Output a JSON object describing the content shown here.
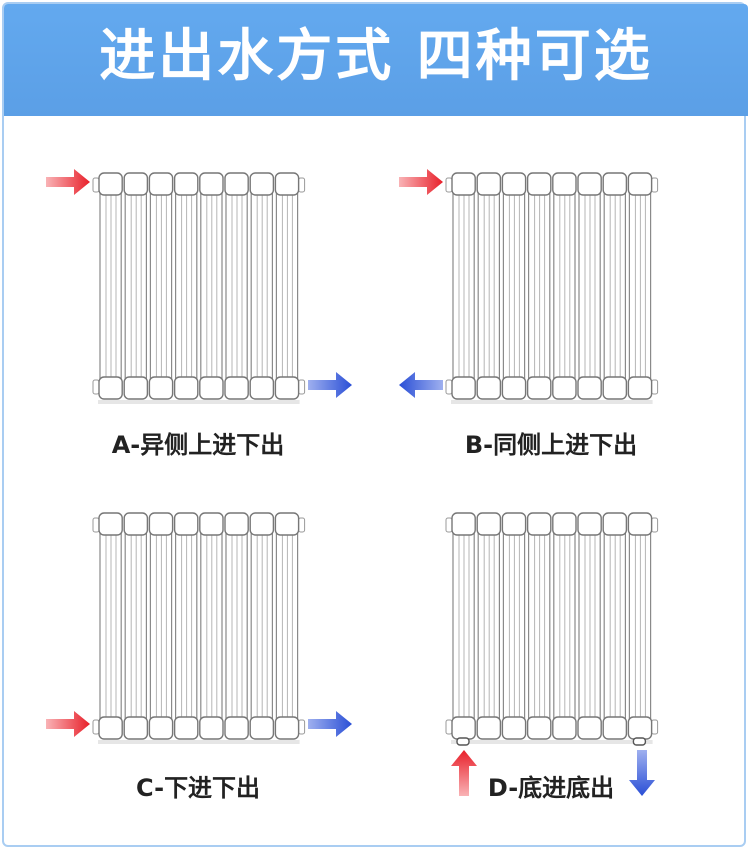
{
  "header": {
    "title": "进出水方式 四种可选"
  },
  "options": [
    {
      "label": "A-异侧上进下出"
    },
    {
      "label": "B-同侧上进下出"
    },
    {
      "label": "C-下进下出"
    },
    {
      "label": "D-底进底出"
    }
  ],
  "radiator_columns": 8,
  "colors": {
    "banner": "#5ea3ea",
    "inlet": "#e8202a",
    "outlet": "#2a4fd6"
  }
}
